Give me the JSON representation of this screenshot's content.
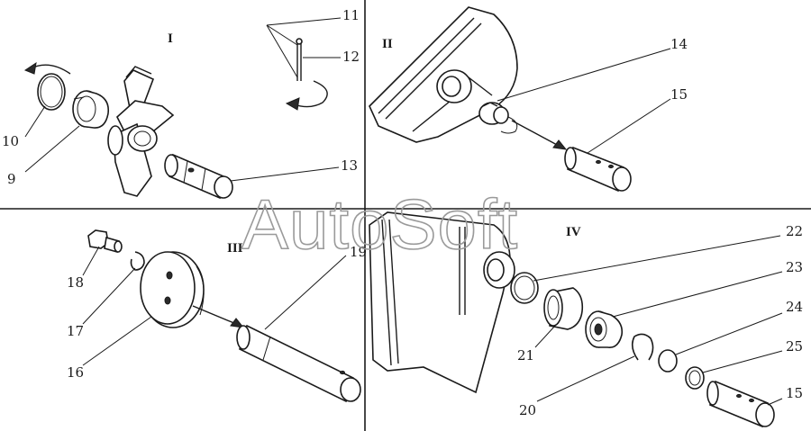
{
  "watermark": "AutoSoft",
  "panels": {
    "I": "I",
    "II": "II",
    "III": "III",
    "IV": "IV"
  },
  "labels": {
    "n9": "9",
    "n10": "10",
    "n11": "11",
    "n12": "12",
    "n13": "13",
    "n14": "14",
    "n15a": "15",
    "n15b": "15",
    "n16": "16",
    "n17": "17",
    "n18": "18",
    "n19": "19",
    "n20": "20",
    "n21": "21",
    "n22": "22",
    "n23": "23",
    "n24": "24",
    "n25": "25"
  }
}
